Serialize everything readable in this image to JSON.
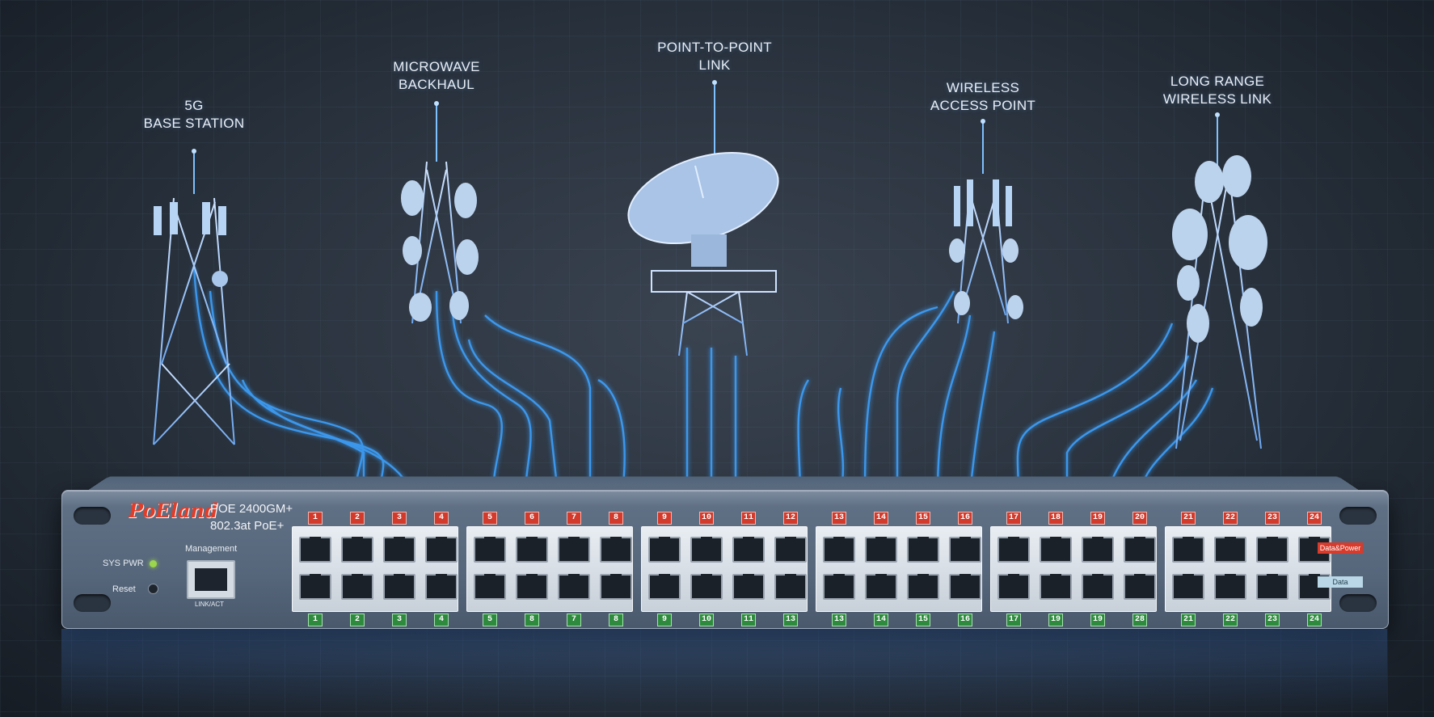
{
  "labels": {
    "base_station": [
      "5G",
      "BASE STATION"
    ],
    "microwave": [
      "MICROWAVE",
      "BACKHAUL"
    ],
    "ptp": [
      "POINT-TO-POINT",
      "LINK"
    ],
    "wap": [
      "WIRELESS",
      "ACCESS POINT"
    ],
    "long_range": [
      "LONG RANGE",
      "WIRELESS LINK"
    ]
  },
  "switch": {
    "brand": "PoEland",
    "model_line1": "POE 2400GM+",
    "model_line2": "802.3at PoE+",
    "sys_pwr": "SYS PWR",
    "reset": "Reset",
    "management": "Management",
    "link_act": "LINK/ACT",
    "tag_power": "Data&Power",
    "tag_data": "Data",
    "top_numbers": [
      "1",
      "2",
      "3",
      "4",
      "5",
      "6",
      "7",
      "8",
      "9",
      "10",
      "11",
      "12",
      "13",
      "14",
      "15",
      "16",
      "17",
      "18",
      "19",
      "20",
      "21",
      "22",
      "23",
      "24"
    ],
    "bottom_numbers": [
      "1",
      "2",
      "3",
      "4",
      "5",
      "8",
      "7",
      "8",
      "9",
      "10",
      "11",
      "13",
      "13",
      "14",
      "15",
      "16",
      "17",
      "19",
      "19",
      "28",
      "21",
      "22",
      "23",
      "24"
    ]
  },
  "colors": {
    "glow": "#3ea2ff",
    "brand": "#e23d28",
    "port_top_label": "#d23a2c",
    "port_bottom_label": "#2e8b3e"
  }
}
